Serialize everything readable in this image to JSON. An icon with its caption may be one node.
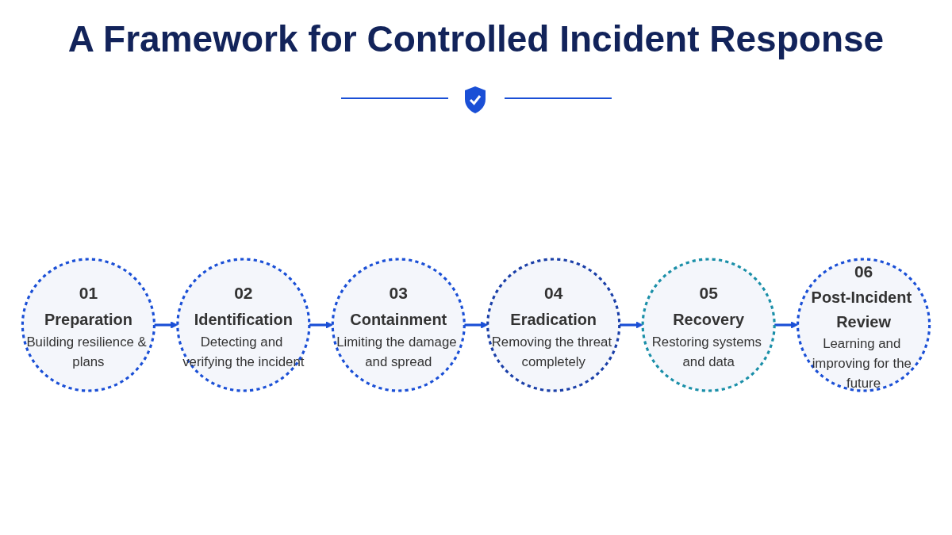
{
  "diagram": {
    "title": "A Framework for Controlled Incident Response",
    "nodes": [
      {
        "text": [
          "01",
          "Preparation",
          "Building resilience & plans"
        ]
      },
      {
        "text": [
          "02",
          "Identification",
          "Detecting and verifying the incident"
        ]
      },
      {
        "text": [
          "03",
          "Containment",
          "Limiting the damage and spread"
        ]
      },
      {
        "text": [
          "04",
          "Eradication",
          "Removing the threat completely"
        ]
      },
      {
        "text": [
          "05",
          "Recovery",
          "Restoring systems and data"
        ]
      },
      {
        "text": [
          "06",
          "Post-Incident Review",
          "Learning and improving for the future"
        ]
      }
    ],
    "edges": [
      {
        "from": 0,
        "to": 1,
        "arrow": "to"
      },
      {
        "from": 1,
        "to": 2,
        "arrow": "to"
      },
      {
        "from": 2,
        "to": 3,
        "arrow": "to"
      },
      {
        "from": 3,
        "to": 4,
        "arrow": "to"
      },
      {
        "from": 4,
        "to": 5,
        "arrow": "to"
      }
    ]
  }
}
